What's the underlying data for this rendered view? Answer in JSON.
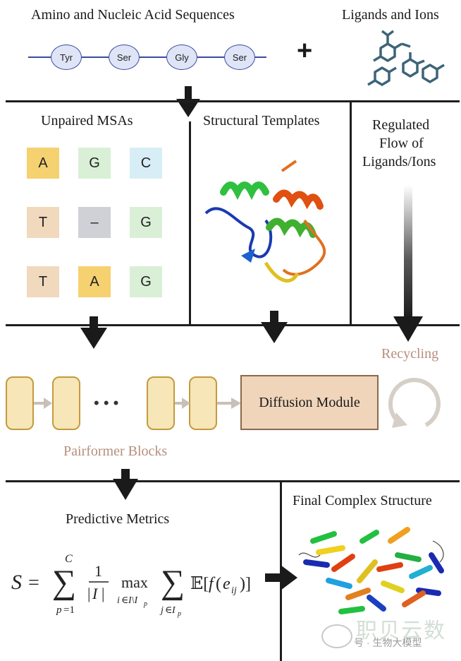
{
  "top": {
    "sequences_title": "Amino and Nucleic Acid Sequences",
    "ligands_title": "Ligands and Ions",
    "plus": "+",
    "residues": [
      "Tyr",
      "Ser",
      "Gly",
      "Ser"
    ]
  },
  "inputs": {
    "msa_title": "Unpaired MSAs",
    "templates_title": "Structural Templates",
    "flow_title_1": "Regulated",
    "flow_title_2": "Flow of",
    "flow_title_3": "Ligands/Ions",
    "msa_grid": [
      [
        "A",
        "G",
        "C"
      ],
      [
        "T",
        "–",
        "G"
      ],
      [
        "T",
        "A",
        "G"
      ]
    ]
  },
  "trunk": {
    "recycling_label": "Recycling",
    "diffusion_label": "Diffusion Module",
    "pairformer_label": "Pairformer Blocks",
    "ellipsis": "• • •"
  },
  "output": {
    "metrics_title": "Predictive Metrics",
    "final_title": "Final Complex Structure"
  },
  "watermark": {
    "text_big": "职贝云数",
    "text_small": "号 · 生物大模型"
  },
  "colors": {
    "A": "#f5d170",
    "G": "#d9f0d6",
    "C": "#d8eef6",
    "T": "#f1d9be",
    "gap": "#cfd1d6",
    "pairformer_fill": "#f6e6b8",
    "diffusion_fill": "#f0d5bb",
    "accent_text": "#b48f7c"
  }
}
